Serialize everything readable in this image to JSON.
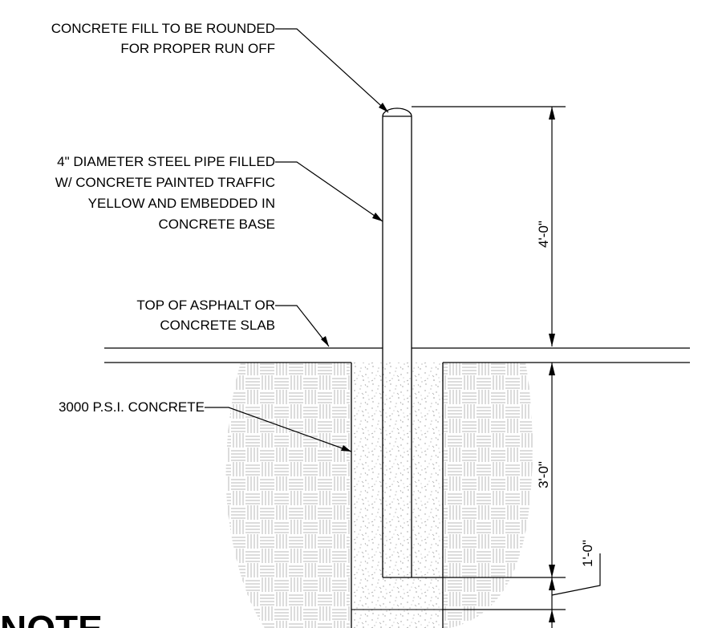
{
  "callouts": {
    "fill_rounded": [
      "CONCRETE FILL TO BE ROUNDED",
      "FOR PROPER RUN OFF"
    ],
    "steel_pipe": [
      "4\" DIAMETER STEEL PIPE FILLED",
      "W/ CONCRETE PAINTED TRAFFIC",
      "YELLOW AND EMBEDDED IN",
      "CONCRETE BASE"
    ],
    "top_of_asphalt": [
      "TOP OF ASPHALT OR",
      "CONCRETE SLAB"
    ],
    "concrete_psi": [
      "3000 P.S.I. CONCRETE"
    ]
  },
  "dimensions": {
    "above_grade": "4'-0\"",
    "embed_depth": "3'-0\"",
    "base_depth": "1'-0\""
  },
  "section_heading": "NOTE"
}
